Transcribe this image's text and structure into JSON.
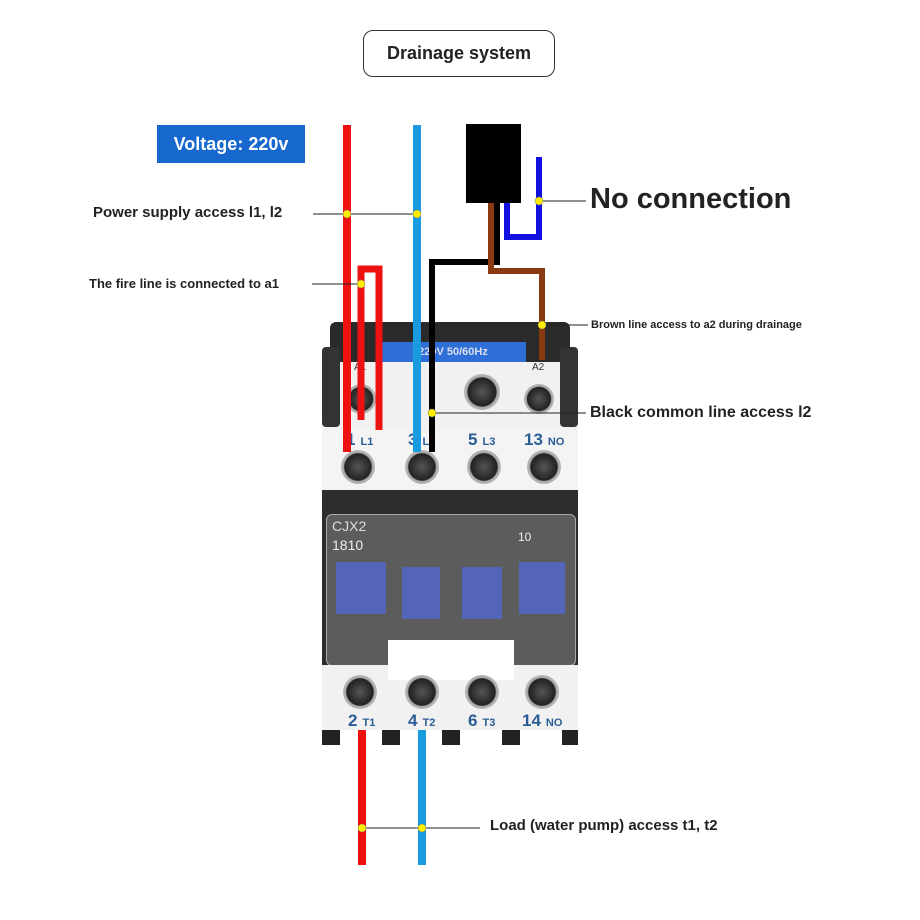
{
  "title": "Drainage system",
  "voltage": "Voltage: 220v",
  "labels": {
    "power": "Power supply access l1, l2",
    "fire": "The fire line is connected to a1",
    "no_connection": "No connection",
    "brown": "Brown line access to a2 during drainage",
    "black": "Black common line access l2",
    "load": "Load (water pump) access t1, t2"
  },
  "contactor": {
    "rating_label": "220V 50/60Hz",
    "coil_a1": "A1",
    "coil_a2": "A2",
    "model": "CJX2",
    "model_no": "1810",
    "aux": "10",
    "top_terminals": [
      {
        "n": "1",
        "t": "L1"
      },
      {
        "n": "3",
        "t": "L2"
      },
      {
        "n": "5",
        "t": "L3"
      },
      {
        "n": "13",
        "t": "NO"
      }
    ],
    "bottom_terminals": [
      {
        "n": "2",
        "t": "T1"
      },
      {
        "n": "4",
        "t": "T2"
      },
      {
        "n": "6",
        "t": "T3"
      },
      {
        "n": "14",
        "t": "NO"
      }
    ]
  },
  "colors": {
    "red": "#ee1111",
    "blue": "#1a9be0",
    "black": "#000000",
    "brown": "#8a3a10",
    "darkblue": "#1010e0",
    "dot": "#ffee00"
  }
}
